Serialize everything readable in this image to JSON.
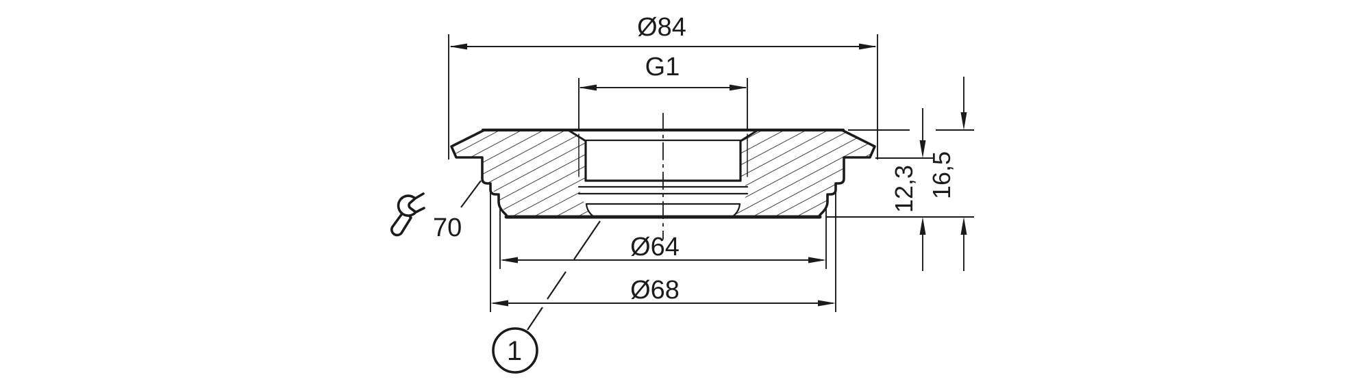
{
  "drawing": {
    "background_color": "#ffffff",
    "line_color": "#1b1b1b",
    "labels": {
      "flange_diameter": "Ø84",
      "thread_size": "G1",
      "inner_diameter": "Ø64",
      "outer_diameter": "Ø68",
      "step_height": "12,3",
      "total_height": "16,5",
      "wrench_size": "70",
      "item_callout": "1"
    }
  }
}
